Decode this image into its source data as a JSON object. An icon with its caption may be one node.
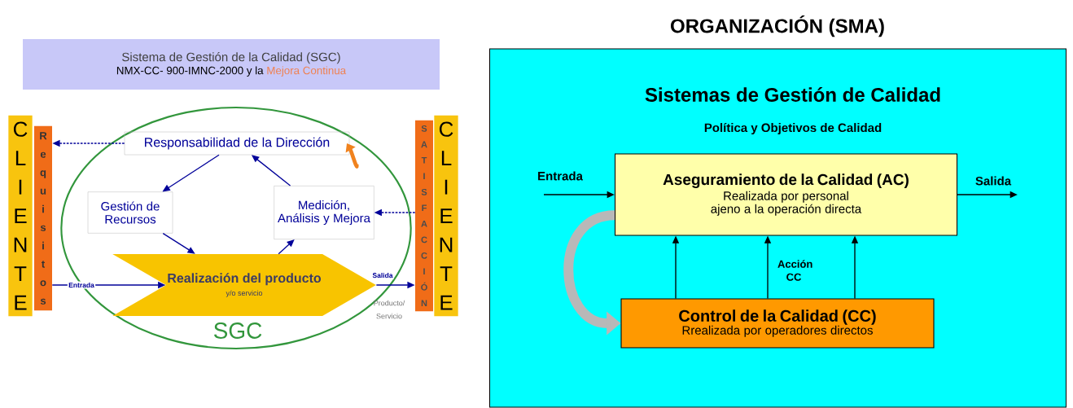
{
  "diagram": {
    "nodes": [
      {
        "text": [
          "Sistema de Gestión de la Calidad (SGC)",
          "NMX-CC- 900-IMNC-2000 y la",
          "Mejora Continua"
        ]
      },
      {
        "text": [
          "CLIENTE"
        ]
      },
      {
        "text": [
          "Requisitos"
        ]
      },
      {
        "text": [
          "SGC"
        ]
      },
      {
        "text": [
          "Responsabilidad de la Dirección"
        ],
        "in": 3
      },
      {
        "text": [
          "Gestión de Recursos"
        ],
        "in": 3
      },
      {
        "text": [
          "Medición, Análisis y Mejora"
        ],
        "in": 3
      },
      {
        "text": [
          "Realización del producto",
          "y/o servicio"
        ],
        "in": 3
      },
      {
        "text": [
          "SATISFACCIÓN"
        ]
      },
      {
        "text": [
          "CLIENTE"
        ]
      },
      {
        "text": [
          "ORGANIZACIÓN (SMA)",
          "Sistemas de Gestión de Calidad",
          "Política y Objetivos de Calidad"
        ]
      },
      {
        "text": [
          "Aseguramiento de la Calidad (AC)",
          "Realizada por personal ajeno a la operación directa"
        ],
        "in": 10
      },
      {
        "text": [
          "Control de la Calidad (CC)",
          "Rrealizada por operadores directos"
        ],
        "in": 10
      }
    ],
    "edges": [
      {
        "from": 4,
        "to": 2,
        "arrow": "to",
        "style": "dashed"
      },
      {
        "from": 8,
        "to": 6,
        "arrow": "to",
        "style": "dashed"
      },
      {
        "from": 2,
        "to": 7,
        "arrow": "to",
        "label": "Entrada"
      },
      {
        "from": 7,
        "to": 8,
        "arrow": "to",
        "label": "Salida"
      },
      {
        "from": 4,
        "to": 5,
        "arrow": "to"
      },
      {
        "from": 5,
        "to": 7,
        "arrow": "to"
      },
      {
        "from": 7,
        "to": 6,
        "arrow": "to"
      },
      {
        "from": 6,
        "to": 4,
        "arrow": "to"
      },
      {
        "from": null,
        "to": 11,
        "arrow": "to",
        "label": "Entrada",
        "color": "#000000"
      },
      {
        "from": 11,
        "to": null,
        "arrow": "to",
        "label": "Salida",
        "color": "#000000"
      },
      {
        "from": 12,
        "to": 11,
        "arrow": "to",
        "color": "#000000"
      },
      {
        "from": 12,
        "to": 11,
        "arrow": "to",
        "color": "#000000"
      },
      {
        "from": 12,
        "to": 11,
        "arrow": "to",
        "color": "#000000"
      },
      {
        "from": 11,
        "to": 12,
        "arrow": "to",
        "style": "thick",
        "color": "#b8b8b8"
      }
    ],
    "labels": [
      "Producto/ Servicio",
      "Acción CC"
    ]
  }
}
